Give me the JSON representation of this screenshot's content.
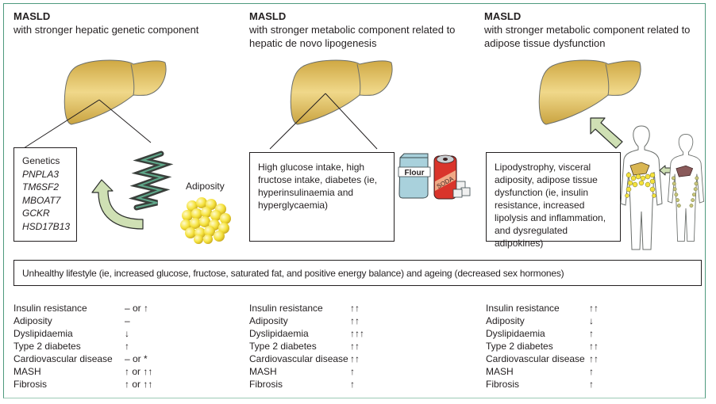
{
  "panels": [
    {
      "title": "MASLD",
      "subtitle": "with stronger hepatic genetic component",
      "box_heading": "Genetics",
      "genes": [
        "PNPLA3",
        "TM6SF2",
        "MBOAT7",
        "GCKR",
        "HSD17B13"
      ],
      "illustration_label": "Adiposity",
      "table": [
        {
          "label": "Insulin resistance",
          "value": "– or ↑"
        },
        {
          "label": "Adiposity",
          "value": "–"
        },
        {
          "label": "Dyslipidaemia",
          "value": "↓"
        },
        {
          "label": "Type 2 diabetes",
          "value": "↑"
        },
        {
          "label": "Cardiovascular disease",
          "value": "– or *"
        },
        {
          "label": "MASH",
          "value": "↑ or ↑↑"
        },
        {
          "label": "Fibrosis",
          "value": "↑ or ↑↑"
        }
      ]
    },
    {
      "title": "MASLD",
      "subtitle_line1": "with stronger metabolic component related to",
      "subtitle_line2": "hepatic de novo lipogenesis",
      "box_text": "High glucose intake, high fructose intake, diabetes (ie, hyperinsulinaemia and hyperglycaemia)",
      "flour_label": "Flour",
      "soda_label": "SODA",
      "table": [
        {
          "label": "Insulin resistance",
          "value": "↑↑"
        },
        {
          "label": "Adiposity",
          "value": "↑↑"
        },
        {
          "label": "Dyslipidaemia",
          "value": "↑↑↑"
        },
        {
          "label": "Type 2 diabetes",
          "value": "↑↑"
        },
        {
          "label": "Cardiovascular disease",
          "value": "↑↑"
        },
        {
          "label": "MASH",
          "value": "↑"
        },
        {
          "label": "Fibrosis",
          "value": "↑"
        }
      ]
    },
    {
      "title": "MASLD",
      "subtitle_line1": "with stronger metabolic component related to",
      "subtitle_line2": "adipose tissue dysfunction",
      "box_text": "Lipodystrophy, visceral adiposity, adipose tissue dysfunction (ie, insulin resistance, increased lipolysis and inflammation, and dysregulated adipokines)",
      "table": [
        {
          "label": "Insulin resistance",
          "value": "↑↑"
        },
        {
          "label": "Adiposity",
          "value": "↓"
        },
        {
          "label": "Dyslipidaemia",
          "value": "↑"
        },
        {
          "label": "Type 2 diabetes",
          "value": "↑↑"
        },
        {
          "label": "Cardiovascular disease",
          "value": "↑↑"
        },
        {
          "label": "MASH",
          "value": "↑"
        },
        {
          "label": "Fibrosis",
          "value": "↑"
        }
      ]
    }
  ],
  "lifestyle_text": "Unhealthy lifestyle (ie, increased glucose, fructose, saturated fat, and positive energy balance) and ageing (decreased sex hormones)",
  "colors": {
    "frame": "#4e9a7e",
    "liver": "#d9b653",
    "liver_light": "#f0d88a",
    "arrow_fill": "#cfe0b4",
    "adipose": "#f5e23c",
    "dna_dark": "#3a3f3b",
    "dna_green": "#5fa88a",
    "flour_box": "#a9d1dc",
    "soda_can": "#d9342b",
    "diseased_liver": "#8a5a5a"
  }
}
